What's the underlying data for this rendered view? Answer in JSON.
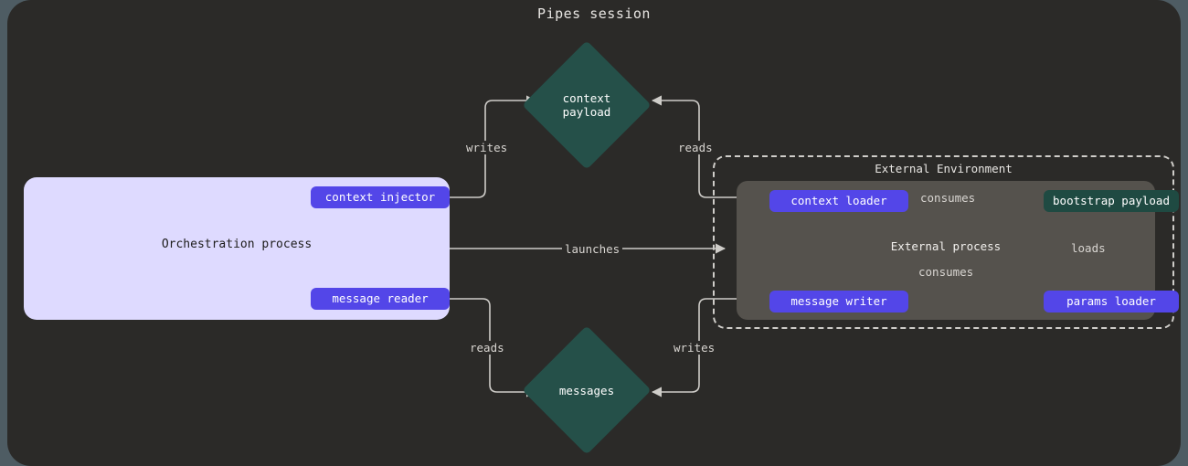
{
  "title": "Pipes session",
  "theme": {
    "page_background": "#4e5c63",
    "canvas_background": "#2b2a28",
    "panel_lavender": "#dedaff",
    "node_purple": "#5346e8",
    "node_teal": "#255049",
    "process_gray": "#55524d",
    "edge_stroke": "#cfcdc9",
    "text_light": "#e8e6e3"
  },
  "orchestration": {
    "label": "Orchestration process",
    "nodes": [
      {
        "id": "context-injector",
        "label": "context injector",
        "color": "purple"
      },
      {
        "id": "message-reader",
        "label": "message reader",
        "color": "purple"
      }
    ]
  },
  "datastores": [
    {
      "id": "context-payload",
      "line1": "context",
      "line2": "payload"
    },
    {
      "id": "messages",
      "line1": "messages",
      "line2": ""
    }
  ],
  "external_environment": {
    "label": "External Environment",
    "process_label": "External process",
    "nodes": [
      {
        "id": "context-loader",
        "label": "context loader",
        "color": "purple"
      },
      {
        "id": "bootstrap-payload",
        "label": "bootstrap payload",
        "color": "teal"
      },
      {
        "id": "message-writer",
        "label": "message writer",
        "color": "purple"
      },
      {
        "id": "params-loader",
        "label": "params loader",
        "color": "purple"
      }
    ]
  },
  "edges": [
    {
      "id": "writes-context",
      "label": "writes",
      "from": "context-injector",
      "to": "context-payload"
    },
    {
      "id": "reads-context",
      "label": "reads",
      "from": "context-payload",
      "to": "context-loader"
    },
    {
      "id": "launches",
      "label": "launches",
      "from": "orchestration-process",
      "to": "external-process"
    },
    {
      "id": "reads-messages",
      "label": "reads",
      "from": "message-reader",
      "to": "messages"
    },
    {
      "id": "writes-messages",
      "label": "writes",
      "from": "message-writer",
      "to": "messages"
    },
    {
      "id": "consumes-top",
      "label": "consumes",
      "from": "context-loader",
      "to": "bootstrap-payload"
    },
    {
      "id": "consumes-mid",
      "label": "consumes",
      "from": "message-writer",
      "to": "bootstrap-payload"
    },
    {
      "id": "loads",
      "label": "loads",
      "from": "params-loader",
      "to": "bootstrap-payload"
    }
  ]
}
